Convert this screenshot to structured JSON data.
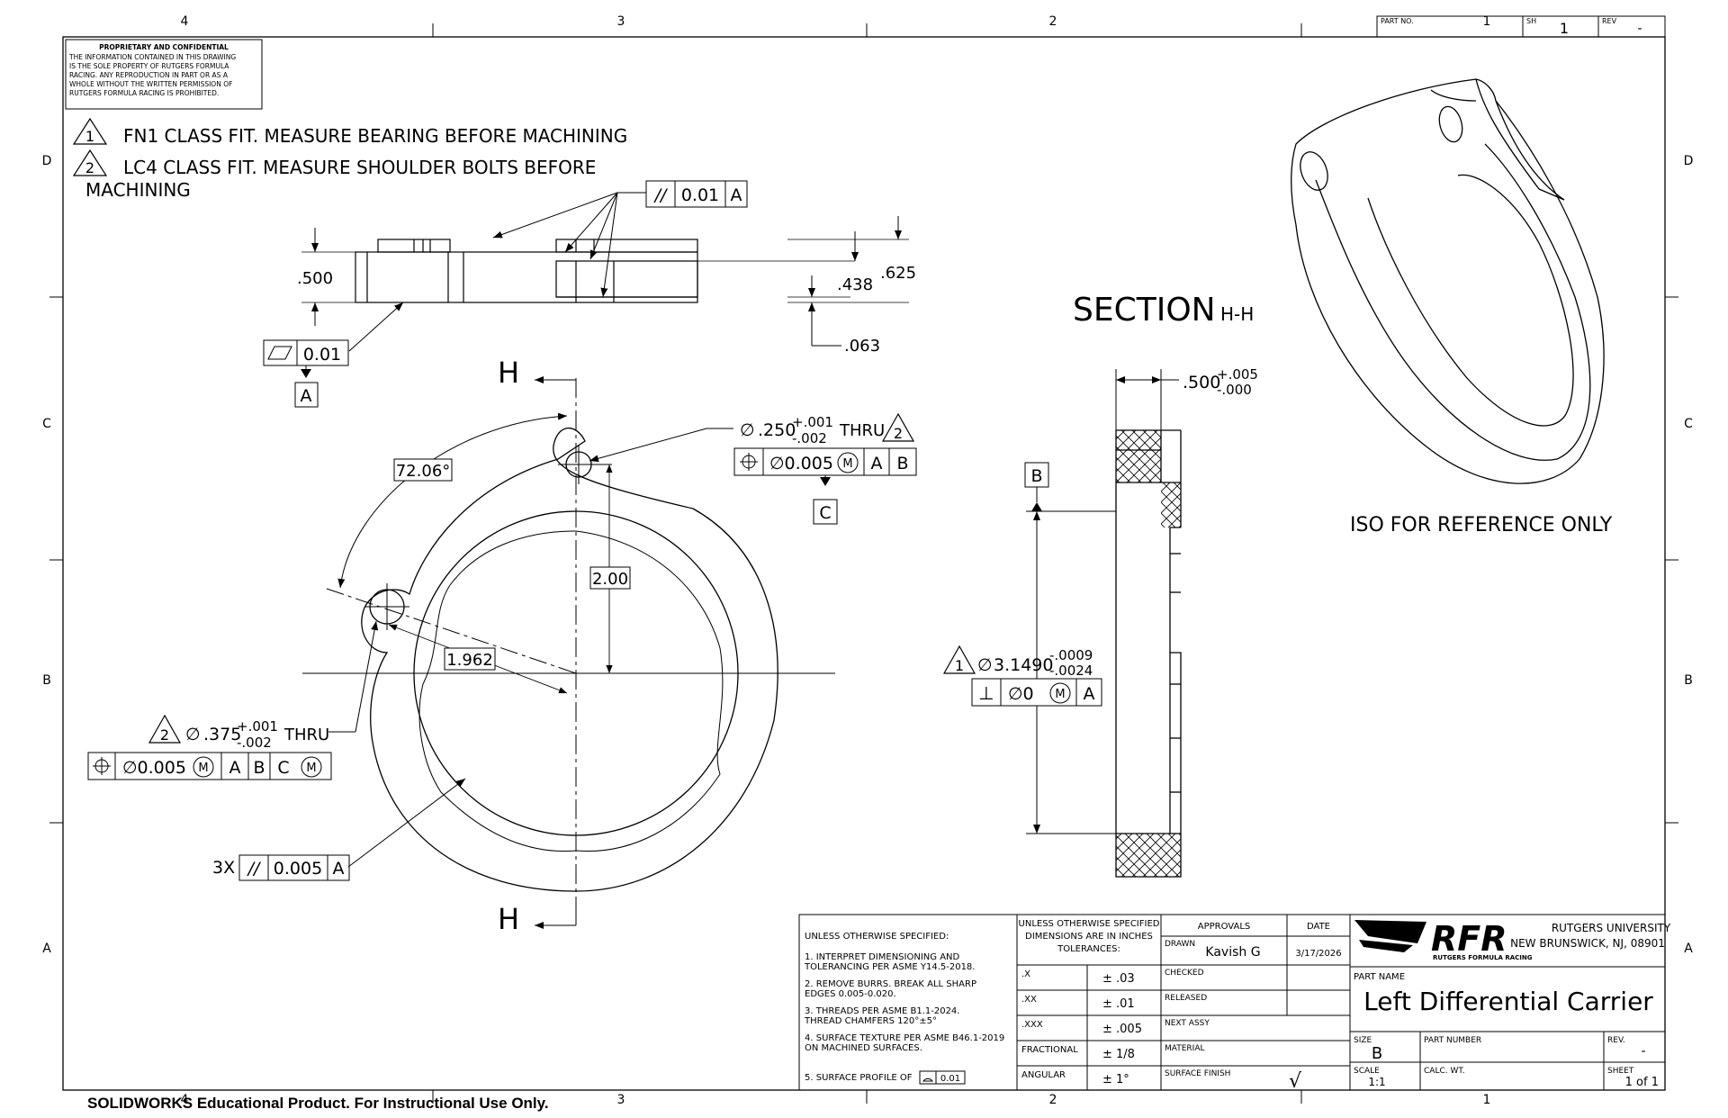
{
  "zone_labels": {
    "top": [
      "4",
      "3",
      "2",
      "1"
    ],
    "bottom": [
      "4",
      "3",
      "2",
      "1"
    ],
    "left": [
      "D",
      "C",
      "B",
      "A"
    ],
    "right": [
      "D",
      "C",
      "B",
      "A"
    ]
  },
  "header_block": {
    "part_no_label": "PART NO.",
    "sh_label": "SH",
    "sh_value": "1",
    "rev_label": "REV",
    "rev_value": "-"
  },
  "proprietary": {
    "title": "PROPRIETARY AND CONFIDENTIAL",
    "lines": [
      "THE INFORMATION CONTAINED IN THIS DRAWING",
      "IS THE SOLE PROPERTY OF RUTGERS FORMULA",
      "RACING.  ANY REPRODUCTION IN  PART OR AS A",
      "WHOLE WITHOUT THE  WRITTEN PERMISSION OF",
      "RUTGERS FORMULA RACING IS PROHIBITED."
    ]
  },
  "notes": [
    {
      "flag": "1",
      "text": "FN1 CLASS FIT. MEASURE BEARING BEFORE MACHINING"
    },
    {
      "flag": "2",
      "text": "LC4 CLASS FIT. MEASURE SHOULDER BOLTS BEFORE",
      "text2": "MACHINING"
    }
  ],
  "side_view": {
    "parallelism_symbol": "//",
    "parallelism_tol": "0.01",
    "parallelism_datum": "A",
    "dim_height": ".500",
    "dim_inner": ".438",
    "dim_outer": ".625",
    "dim_step": ".063",
    "flatness_symbol": "▱",
    "flatness_tol": "0.01",
    "datum_a": "A"
  },
  "front_view": {
    "section_letter": "H",
    "angle": "72.06°",
    "dim_vertical": "2.00",
    "dim_radial": "1.962",
    "hole_small": {
      "diameter_symbol": "∅",
      "nominal": ".250",
      "tol_plus": "+.001",
      "tol_minus": "-.002",
      "thru": "THRU",
      "flag": "2",
      "fcf_position_symbol": "⌖",
      "fcf_tol": "∅0.005",
      "fcf_mod": "M",
      "fcf_datums": [
        "A",
        "B"
      ],
      "datum_c": "C"
    },
    "hole_large": {
      "flag": "2",
      "diameter_symbol": "∅",
      "nominal": ".375",
      "tol_plus": "+.001",
      "tol_minus": "-.002",
      "thru": "THRU",
      "fcf_position_symbol": "⌖",
      "fcf_tol": "∅0.005",
      "fcf_mod": "M",
      "fcf_datums": [
        "A",
        "B",
        "C"
      ],
      "fcf_datum_mod": "M"
    },
    "parallel_callout": {
      "count": "3X",
      "symbol": "//",
      "tol": "0.005",
      "datum": "A"
    }
  },
  "section_view": {
    "title": "SECTION",
    "letter": "H-H",
    "dim_width": ".500",
    "dim_width_plus": "+.005",
    "dim_width_minus": "-.000",
    "datum_b": "B",
    "bore_flag": "1",
    "bore_symbol": "∅",
    "bore_nominal": "3.1490",
    "bore_tol_plus": "-.0009",
    "bore_tol_minus": "-.0024",
    "perp_symbol": "⊥",
    "perp_tol": "∅0",
    "perp_mod": "M",
    "perp_datum": "A"
  },
  "iso_view": {
    "caption": "ISO FOR REFERENCE ONLY"
  },
  "title_block": {
    "general_notes_title": "UNLESS OTHERWISE SPECIFIED:",
    "general_notes": [
      {
        "l1": "1. INTERPRET DIMENSIONING AND",
        "l2": "TOLERANCING PER ASME Y14.5-2018."
      },
      {
        "l1": "2. REMOVE BURRS. BREAK ALL SHARP",
        "l2": "EDGES 0.005-0.020."
      },
      {
        "l1": "3. THREADS PER ASME B1.1-2024.",
        "l2": "THREAD CHAMFERS 120°±5°"
      },
      {
        "l1": "4. SURFACE TEXTURE PER ASME B46.1-2019",
        "l2": "ON MACHINED SURFACES."
      }
    ],
    "note5": "5. SURFACE PROFILE OF",
    "note5_tol": "0.01",
    "tol_header": [
      "UNLESS OTHERWISE SPECIFIED",
      "DIMENSIONS ARE IN INCHES",
      "TOLERANCES:"
    ],
    "tolerances": [
      {
        "label": ".X",
        "value": "± .03"
      },
      {
        "label": ".XX",
        "value": "± .01"
      },
      {
        "label": ".XXX",
        "value": "± .005"
      },
      {
        "label": "FRACTIONAL",
        "value": "± 1/8"
      },
      {
        "label": "ANGULAR",
        "value": "± 1°"
      }
    ],
    "approvals_header": "APPROVALS",
    "date_header": "DATE",
    "drawn_label": "DRAWN",
    "drawn_by": "Kavish G",
    "drawn_date": "3/17/2026",
    "checked_label": "CHECKED",
    "released_label": "RELEASED",
    "next_assy_label": "NEXT ASSY",
    "material_label": "MATERIAL",
    "surface_finish_label": "SURFACE FINISH",
    "surface_finish_mark": "√",
    "logo_text": "RFR",
    "logo_sub": "RUTGERS FORMULA RACING",
    "university": "RUTGERS UNIVERSITY",
    "address": "NEW BRUNSWICK, NJ, 08901",
    "part_name_label": "PART NAME",
    "part_name": "Left Differential Carrier",
    "size_label": "SIZE",
    "size_value": "B",
    "part_number_label": "PART NUMBER",
    "rev_label": "REV.",
    "rev_value": "-",
    "scale_label": "SCALE",
    "scale_value": "1:1",
    "calc_wt_label": "CALC. WT.",
    "sheet_label": "SHEET",
    "sheet_value": "1 of 1"
  },
  "footer": "SOLIDWORKS Educational Product. For Instructional Use Only."
}
